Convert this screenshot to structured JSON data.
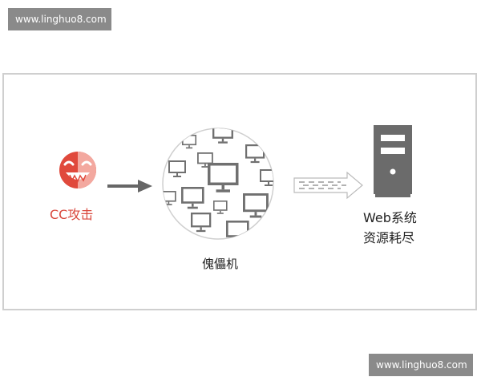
{
  "watermarks": {
    "top": "www.linghuo8.com",
    "bottom": "www.linghuo8.com"
  },
  "diagram": {
    "attacker_label": "CC攻击",
    "botnet_label": "傀儡机",
    "target_label_line1": "Web系统",
    "target_label_line2": "资源耗尽"
  },
  "icons": {
    "attacker": "hacker-mask-icon",
    "botnet_machine": "monitor-icon",
    "target": "server-icon"
  },
  "colors": {
    "accent_red": "#e0493c",
    "text_red": "#d9473c",
    "icon_gray": "#707070",
    "arrow_dark": "#666666",
    "watermark_bg": "#8a8a8a",
    "frame_border": "#cfcfcf"
  }
}
